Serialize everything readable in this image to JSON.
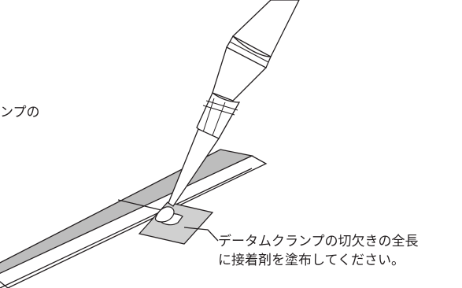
{
  "labels": {
    "cropped_fragment": "ンプの",
    "instruction_line1": "データムクランプの切欠きの全長",
    "instruction_line2": "に接着剤を塗布してください。"
  },
  "colors": {
    "line": "#231f20",
    "strip_fill": "#bdbdbd",
    "clamp_fill": "#d0d0d0",
    "background": "#ffffff"
  }
}
